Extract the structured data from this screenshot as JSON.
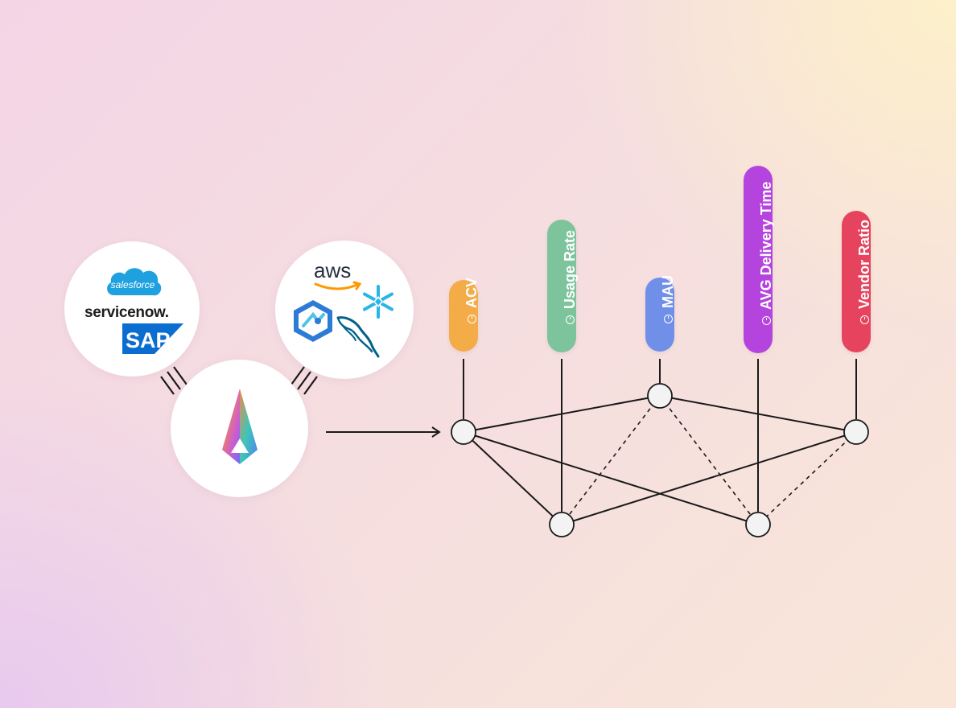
{
  "sources": {
    "left_logos": [
      "salesforce",
      "servicenow",
      "SAP"
    ],
    "right_logos": [
      "aws",
      "snowflake",
      "azure-synapse",
      "mysql"
    ],
    "salesforce_text": "salesforce",
    "servicenow_text": "servicenow.",
    "sap_text": "SAP",
    "aws_text": "aws"
  },
  "metrics": [
    {
      "label": "ACV",
      "color": "#f4ac49"
    },
    {
      "label": "Usage Rate",
      "color": "#7dc49c"
    },
    {
      "label": "MAU",
      "color": "#6f8fe9"
    },
    {
      "label": "AVG Delivery Time",
      "color": "#b444dd"
    },
    {
      "label": "Vendor Ratio",
      "color": "#e6435f"
    }
  ]
}
